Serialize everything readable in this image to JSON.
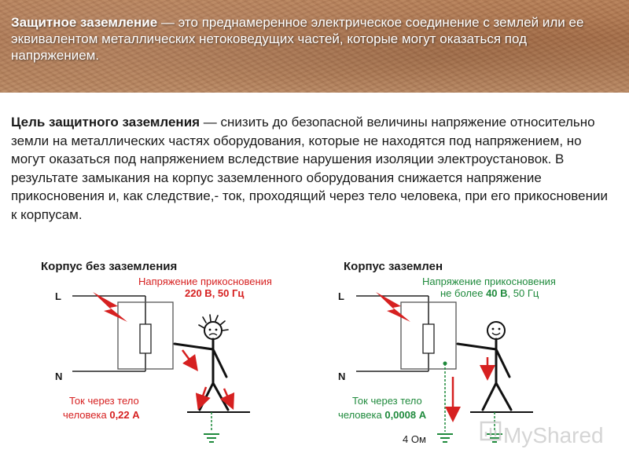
{
  "banner": {
    "term": "Защитное заземление",
    "definition": " — это преднамеренное электрическое соединение с землей или ее эквивалентом металлических нетоковедущих частей, которые могут оказаться под напряжением."
  },
  "paragraph": {
    "term": "Цель защитного заземления",
    "text": " — снизить до безопасной величины напряжение относительно земли на металлических частях оборудования, которые не находятся под напряжением, но могут оказаться под напряжением вследствие нарушения изоляции электроустановок. В результате замыкания на корпус заземленного оборудования снижается напряжение прикосновения и, как следствие,- ток, проходящий через тело человека, при его прикосновении к корпусам."
  },
  "left_diagram": {
    "title": "Корпус без заземления",
    "line_l": "L",
    "line_n": "N",
    "voltage_label": "Напряжение прикосновения",
    "voltage_value": "220 В, 50 Гц",
    "current_label_1": "Ток через тело",
    "current_label_2_prefix": "человека ",
    "current_value": "0,22 А"
  },
  "right_diagram": {
    "title": "Корпус заземлен",
    "line_l": "L",
    "line_n": "N",
    "voltage_label": "Напряжение прикосновения",
    "voltage_prefix": "не более ",
    "voltage_bold": "40 В",
    "voltage_suffix": ", 50 Гц",
    "current_label_1": "Ток через тело",
    "current_label_2_prefix": "человека ",
    "current_value": "0,0008 А",
    "resistance": "4 Ом"
  },
  "watermark": {
    "text": "MyShared",
    "icon": "chart-logo-icon"
  },
  "colors": {
    "red": "#d62020",
    "green": "#1f8a3c",
    "banner_bg": "#a8714c"
  }
}
